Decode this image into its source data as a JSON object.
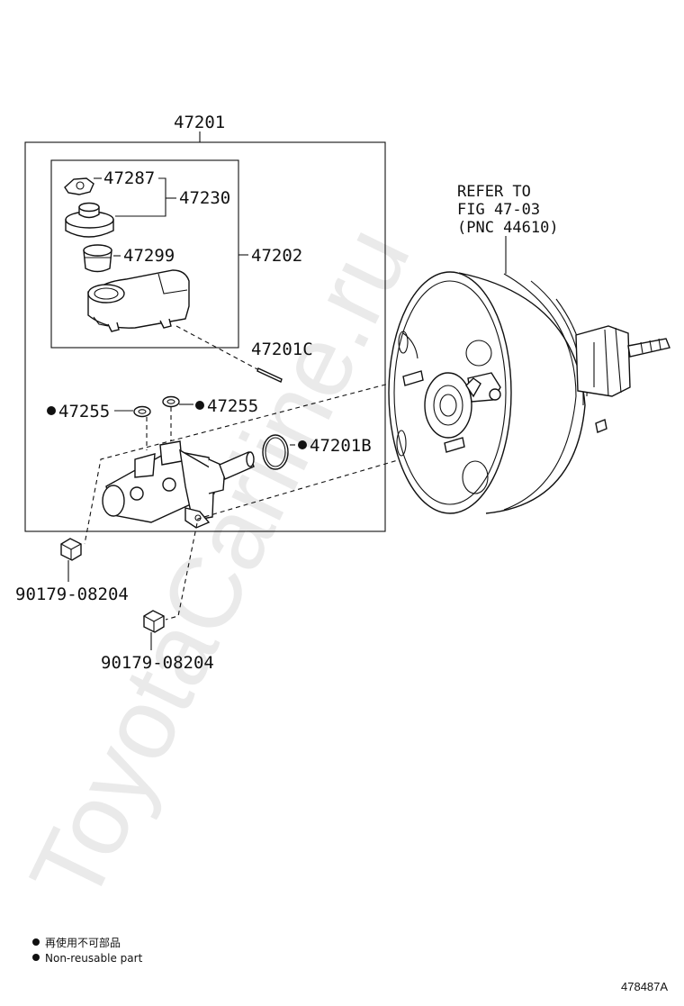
{
  "watermark": "ToyotaCarline.ru",
  "labels": {
    "p47201": "47201",
    "p47287": "47287",
    "p47230": "47230",
    "p47299": "47299",
    "p47202": "47202",
    "p47201C": "47201C",
    "p47255_left": "47255",
    "p47255_right": "47255",
    "p47201B": "47201B",
    "p90179_upper": "90179-08204",
    "p90179_lower": "90179-08204"
  },
  "refer": {
    "line1": "REFER TO",
    "line2": "FIG 47-03",
    "line3": "(PNC 44610)"
  },
  "legend": {
    "cn": "再使用不可部品",
    "en": "Non-reusable part"
  },
  "figure_id": "478487A"
}
